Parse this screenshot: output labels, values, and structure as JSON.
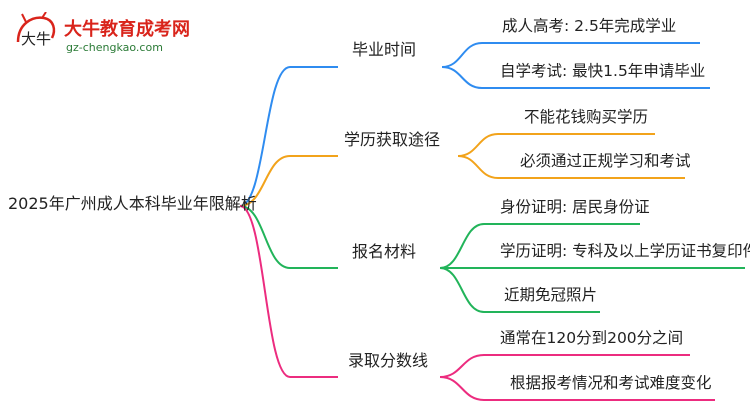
{
  "logo": {
    "title": "大牛教育成考网",
    "url": "gz-chengkao.com",
    "mark_glyph": "大牛"
  },
  "colors": {
    "blue": "#2f8cf0",
    "orange": "#f2a31b",
    "green": "#22b45a",
    "pink": "#ec2c7f",
    "logo_red": "#d9241b",
    "logo_green": "#2a7a36"
  },
  "mindmap": {
    "root": "2025年广州成人本科毕业年限解析",
    "branches": [
      {
        "label": "毕业时间",
        "color": "blue",
        "children": [
          "成人高考: 2.5年完成学业",
          "自学考试: 最快1.5年申请毕业"
        ]
      },
      {
        "label": "学历获取途径",
        "color": "orange",
        "children": [
          "不能花钱购买学历",
          "必须通过正规学习和考试"
        ]
      },
      {
        "label": "报名材料",
        "color": "green",
        "children": [
          "身份证明: 居民身份证",
          "学历证明: 专科及以上学历证书复印件",
          "近期免冠照片"
        ]
      },
      {
        "label": "录取分数线",
        "color": "pink",
        "children": [
          "通常在120分到200分之间",
          "根据报考情况和考试难度变化"
        ]
      }
    ]
  }
}
